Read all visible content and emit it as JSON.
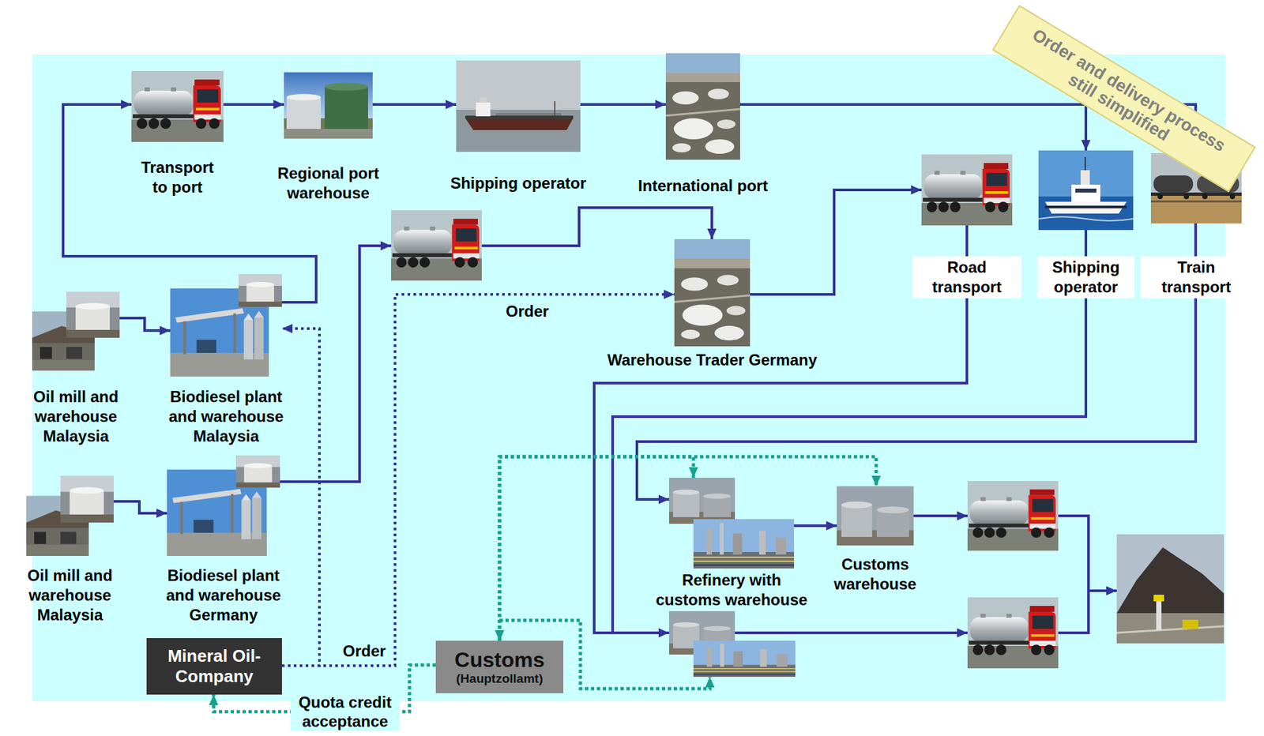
{
  "diagram": {
    "nodes": [
      {
        "text": [
          "Transport to port"
        ]
      },
      {
        "text": [
          "Regional port warehouse"
        ]
      },
      {
        "text": [
          "Shipping operator"
        ]
      },
      {
        "text": [
          "International port"
        ]
      },
      {
        "text": [
          "Road transport"
        ]
      },
      {
        "text": [
          "Shipping operator"
        ]
      },
      {
        "text": [
          "Train transport"
        ]
      },
      {
        "text": [
          "Oil mill and warehouse Malaysia"
        ]
      },
      {
        "text": [
          "Biodiesel plant and warehouse Malaysia"
        ]
      },
      {
        "text": [
          "Warehouse Trader Germany"
        ]
      },
      {
        "text": [
          "Oil mill and warehouse Malaysia"
        ]
      },
      {
        "text": [
          "Biodiesel plant and warehouse Germany"
        ]
      },
      {
        "text": [
          "Refinery with customs warehouse"
        ]
      },
      {
        "text": [
          "Customs warehouse"
        ]
      },
      {
        "text": [
          "Mineral Oil-Company"
        ]
      },
      {
        "text": [
          "Customs",
          "(Hauptzollamt)"
        ]
      },
      {
        "text": [
          "Order and delivery process still simplified"
        ]
      }
    ],
    "edges": [
      {
        "from": 7,
        "to": 8,
        "arrow": "to"
      },
      {
        "from": 10,
        "to": 11,
        "arrow": "to"
      },
      {
        "from": 8,
        "to": 0,
        "arrow": "to"
      },
      {
        "from": 0,
        "to": 1,
        "arrow": "to"
      },
      {
        "from": 1,
        "to": 2,
        "arrow": "to"
      },
      {
        "from": 2,
        "to": 3,
        "arrow": "to"
      },
      {
        "from": 3,
        "to": 5,
        "arrow": "to"
      },
      {
        "from": 3,
        "to": 6,
        "arrow": "to"
      },
      {
        "from": 11,
        "to": 9,
        "arrow": "to"
      },
      {
        "from": 9,
        "to": 4,
        "arrow": "to"
      },
      {
        "from": 6,
        "to": 12,
        "arrow": "to"
      },
      {
        "from": 12,
        "to": 13,
        "arrow": "to"
      },
      {
        "from": 14,
        "to": 8,
        "label": "Order",
        "arrow": "to"
      },
      {
        "from": 14,
        "to": 9,
        "label": "Order",
        "arrow": "to"
      },
      {
        "from": 15,
        "to": 12,
        "arrow": "both"
      },
      {
        "from": 15,
        "to": 13,
        "arrow": "both"
      },
      {
        "from": 15,
        "to": 14,
        "label": "Quota credit acceptance",
        "arrow": "to"
      }
    ]
  }
}
